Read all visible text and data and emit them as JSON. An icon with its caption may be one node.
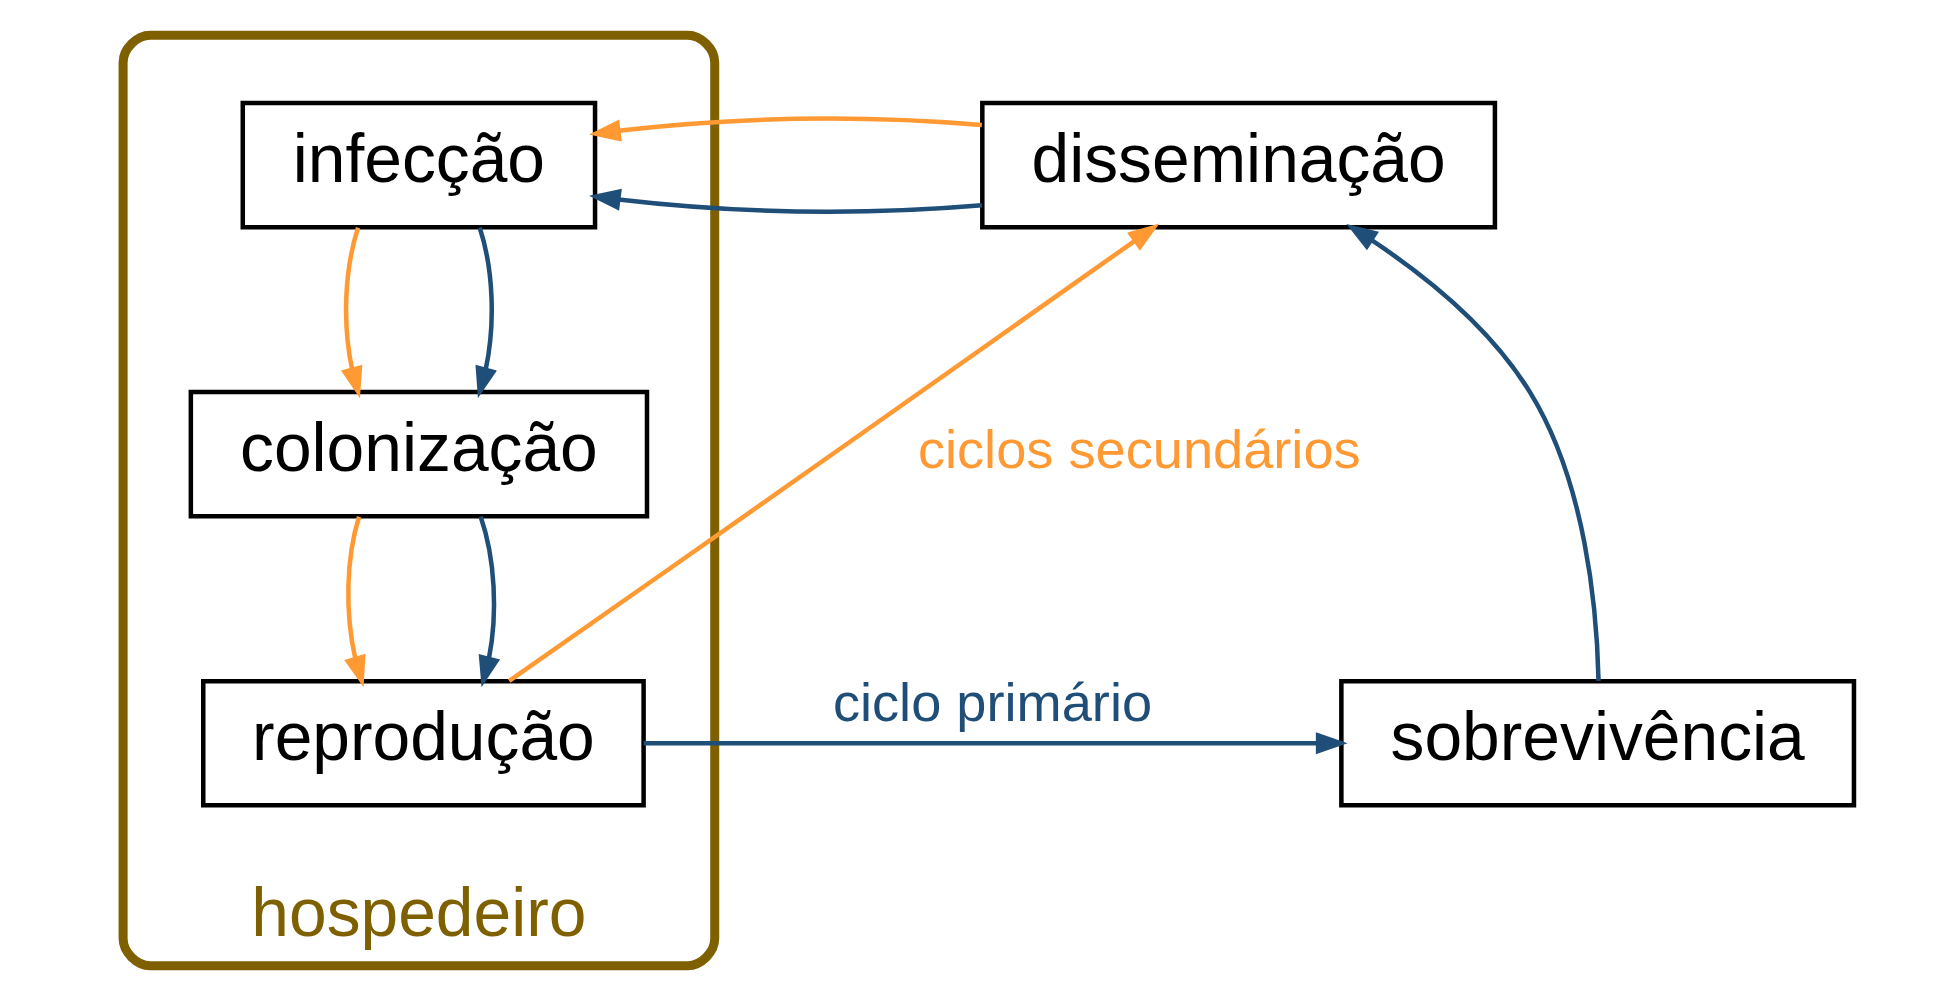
{
  "diagram": {
    "nodes": [
      {
        "text": [
          "hospedeiro"
        ]
      },
      {
        "text": [
          "infecção"
        ],
        "in": 0
      },
      {
        "text": [
          "colonização"
        ],
        "in": 0
      },
      {
        "text": [
          "reprodução"
        ],
        "in": 0
      },
      {
        "text": [
          "disseminação"
        ]
      },
      {
        "text": [
          "sobrevivência"
        ]
      }
    ],
    "edges": [
      {
        "from": 4,
        "to": 1,
        "arrow": "to",
        "color": "#1f4e79"
      },
      {
        "from": 4,
        "to": 1,
        "arrow": "to",
        "color": "#ff9933"
      },
      {
        "from": 1,
        "to": 2,
        "arrow": "to",
        "color": "#ff9933"
      },
      {
        "from": 1,
        "to": 2,
        "arrow": "to",
        "color": "#1f4e79"
      },
      {
        "from": 2,
        "to": 3,
        "arrow": "to",
        "color": "#ff9933"
      },
      {
        "from": 2,
        "to": 3,
        "arrow": "to",
        "color": "#1f4e79"
      },
      {
        "from": 3,
        "to": 4,
        "label": "ciclos secundários",
        "arrow": "to",
        "color": "#ff9933"
      },
      {
        "from": 3,
        "to": 5,
        "label": "ciclo primário",
        "arrow": "to",
        "color": "#1f4e79"
      },
      {
        "from": 5,
        "to": 4,
        "arrow": "to",
        "color": "#1f4e79"
      }
    ]
  }
}
